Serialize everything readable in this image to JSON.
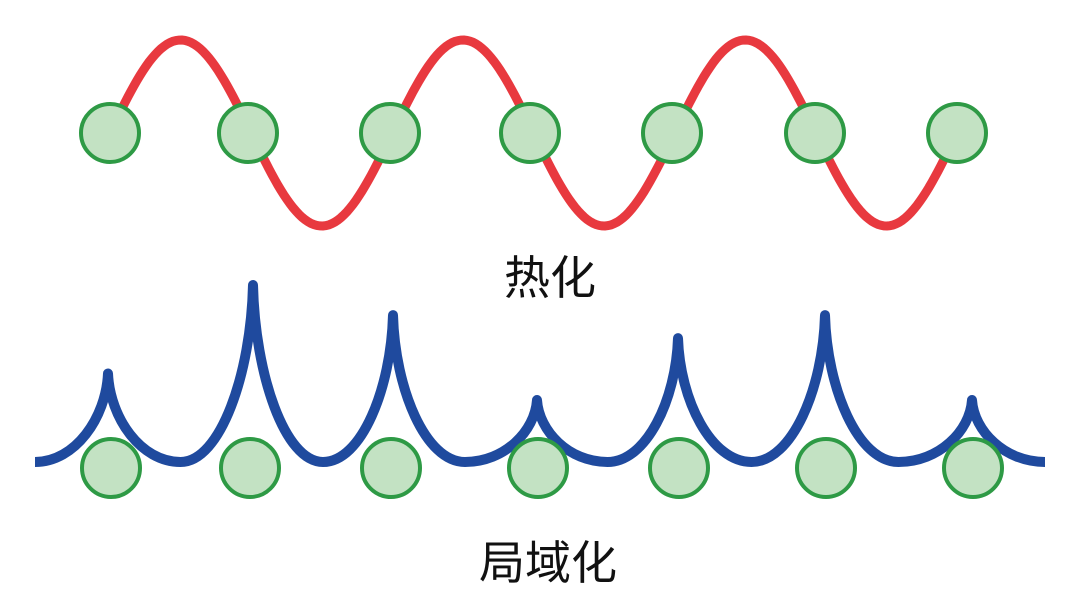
{
  "colors": {
    "thermal_wave": "#e8393f",
    "localized_wave": "#1f4a9e",
    "site_stroke": "#2e9a45",
    "site_fill": "#c3e2c3"
  },
  "thermal": {
    "label": "热化",
    "site_count": 7
  },
  "localized": {
    "label": "局域化",
    "site_count": 7,
    "peak_heights": [
      0.5,
      1.0,
      0.83,
      0.35,
      0.7,
      0.83,
      0.35
    ]
  }
}
